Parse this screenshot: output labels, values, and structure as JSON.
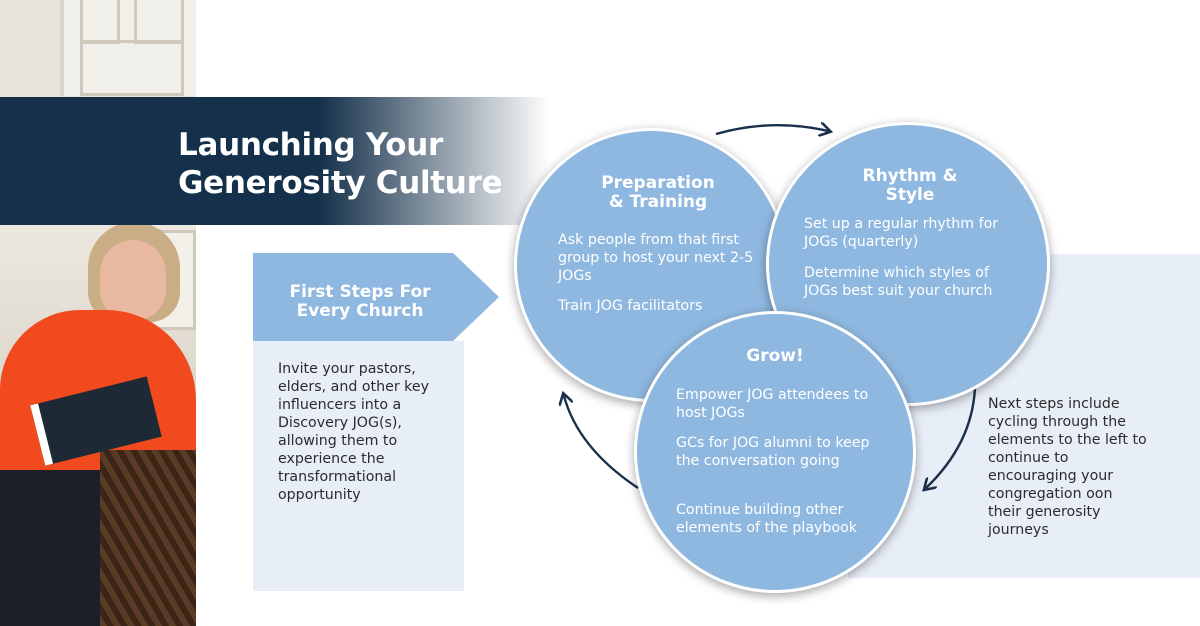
{
  "title": {
    "line1": "Launching Your",
    "line2": "Generosity Culture"
  },
  "first_steps": {
    "label_line1": "First Steps For",
    "label_line2": "Every Church",
    "text": "Invite your pastors, elders, and other key influencers into a Discovery JOG(s), allowing them to experience the transformational opportunity"
  },
  "circles": {
    "preparation": {
      "title_line1": "Preparation",
      "title_line2": "& Training",
      "item1": "Ask people from that first group to host your next 2-5 JOGs",
      "item2": "Train JOG facilitators"
    },
    "rhythm": {
      "title_line1": "Rhythm &",
      "title_line2": "Style",
      "item1": "Set up a regular rhythm for JOGs (quarterly)",
      "item2": "Determine which styles of JOGs best suit your church"
    },
    "grow": {
      "title": "Grow!",
      "item1": "Empower JOG attendees to host JOGs",
      "item2": "GCs for JOG alumni to keep the conversation going",
      "item3": "Continue building other elements of the playbook"
    }
  },
  "next_steps": {
    "text": "Next steps include cycling through the elements to the left to continue to encouraging your congregation oon their generosity journeys"
  },
  "colors": {
    "navy": "#14304a",
    "circle_blue": "#8fb8e0",
    "pale_blue": "#e8eef8",
    "arrow_navy": "#1a2f4a"
  }
}
